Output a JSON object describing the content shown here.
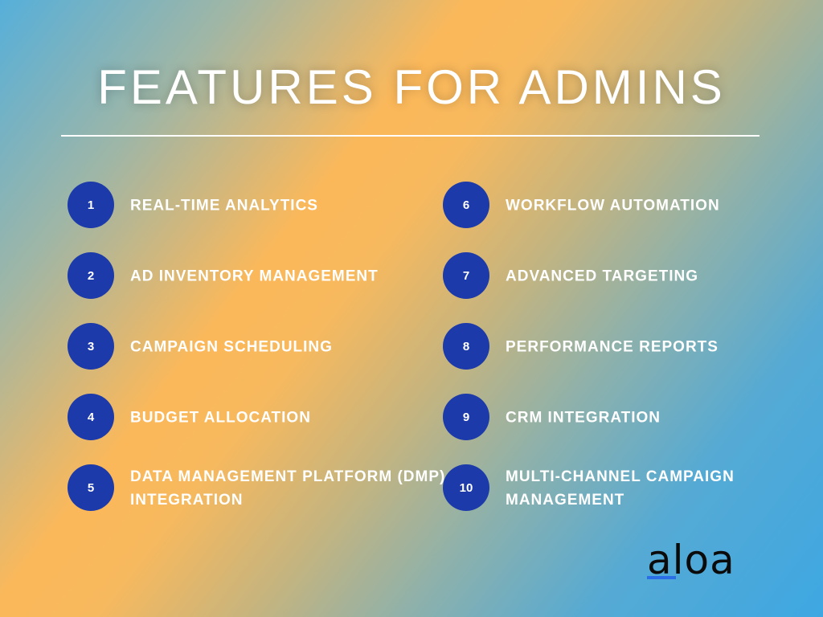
{
  "title": "FEATURES FOR ADMINS",
  "items": [
    {
      "number": "1",
      "label": "REAL-TIME ANALYTICS"
    },
    {
      "number": "2",
      "label": "AD INVENTORY MANAGEMENT"
    },
    {
      "number": "3",
      "label": "CAMPAIGN SCHEDULING"
    },
    {
      "number": "4",
      "label": "BUDGET ALLOCATION"
    },
    {
      "number": "5",
      "label": "DATA MANAGEMENT PLATFORM (DMP)",
      "label2": "INTEGRATION"
    },
    {
      "number": "6",
      "label": "WORKFLOW AUTOMATION"
    },
    {
      "number": "7",
      "label": "ADVANCED TARGETING"
    },
    {
      "number": "8",
      "label": "PERFORMANCE REPORTS"
    },
    {
      "number": "9",
      "label": "CRM INTEGRATION"
    },
    {
      "number": "10",
      "label": "MULTI-CHANNEL CAMPAIGN",
      "label2": "MANAGEMENT"
    }
  ],
  "logo": "aloa",
  "colors": {
    "circle": "#1c3aa9",
    "logo_accent": "#2b6fe8"
  }
}
